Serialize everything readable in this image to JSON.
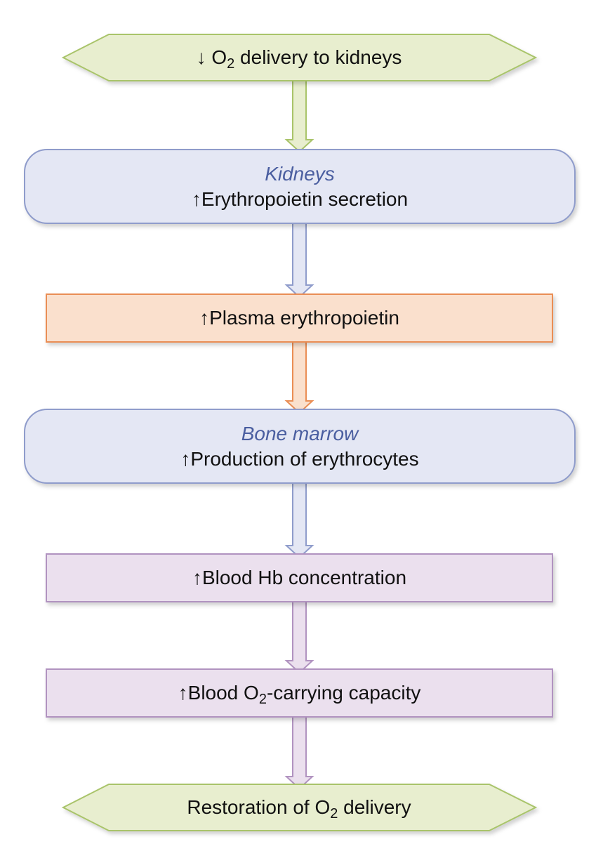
{
  "diagram": {
    "start": {
      "arrow": "↓",
      "prefix": "O",
      "subscript": "2",
      "suffix": " delivery to kidneys"
    },
    "kidneys": {
      "organ": "Kidneys",
      "arrow": "↑",
      "text": "Erythropoietin secretion"
    },
    "plasma": {
      "arrow": "↑",
      "text": "Plasma erythropoietin"
    },
    "bone_marrow": {
      "organ": "Bone marrow",
      "arrow": "↑",
      "text": "Production of erythrocytes"
    },
    "hb": {
      "arrow": "↑",
      "text": "Blood Hb concentration"
    },
    "capacity": {
      "arrow": "↑",
      "prefix": "Blood O",
      "subscript": "2",
      "suffix": "-carrying capacity"
    },
    "end": {
      "prefix": "Restoration of O",
      "subscript": "2",
      "suffix": " delivery"
    }
  },
  "colors": {
    "green_fill": "#e8eecf",
    "green_stroke": "#a9c46a",
    "blue_fill": "#e4e7f4",
    "blue_stroke": "#8f9ccb",
    "orange_fill": "#fae0cd",
    "orange_stroke": "#ea8e55",
    "purple_fill": "#ebe0ee",
    "purple_stroke": "#b193c0",
    "organ_text": "#4a5ea0"
  }
}
